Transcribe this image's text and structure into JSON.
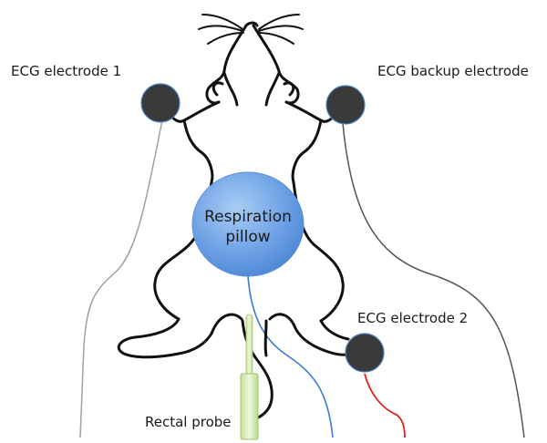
{
  "labels": {
    "ecg_electrode_1": "ECG electrode 1",
    "ecg_backup_electrode": "ECG backup electrode",
    "ecg_electrode_2": "ECG electrode 2",
    "rectal_probe": "Rectal probe",
    "respiration_pillow_line1": "Respiration",
    "respiration_pillow_line2": "pillow"
  },
  "colors": {
    "background": "#ffffff",
    "outline": "#111111",
    "electrode_fill": "#3a3a3a",
    "electrode_ring": "#4a7fc0",
    "lead_gray": "#9a9a9a",
    "lead_dark": "#555555",
    "pillow_fill": "#6fa3e6",
    "pillow_line": "#3b7ad6",
    "red_lead": "#e2231a",
    "probe_fill": "#d8ecb3"
  },
  "icons": {
    "electrode": "dark-circle-electrode-icon",
    "probe": "rectal-probe-icon",
    "pillow": "respiration-pillow-icon",
    "animal": "rat-outline-icon"
  }
}
